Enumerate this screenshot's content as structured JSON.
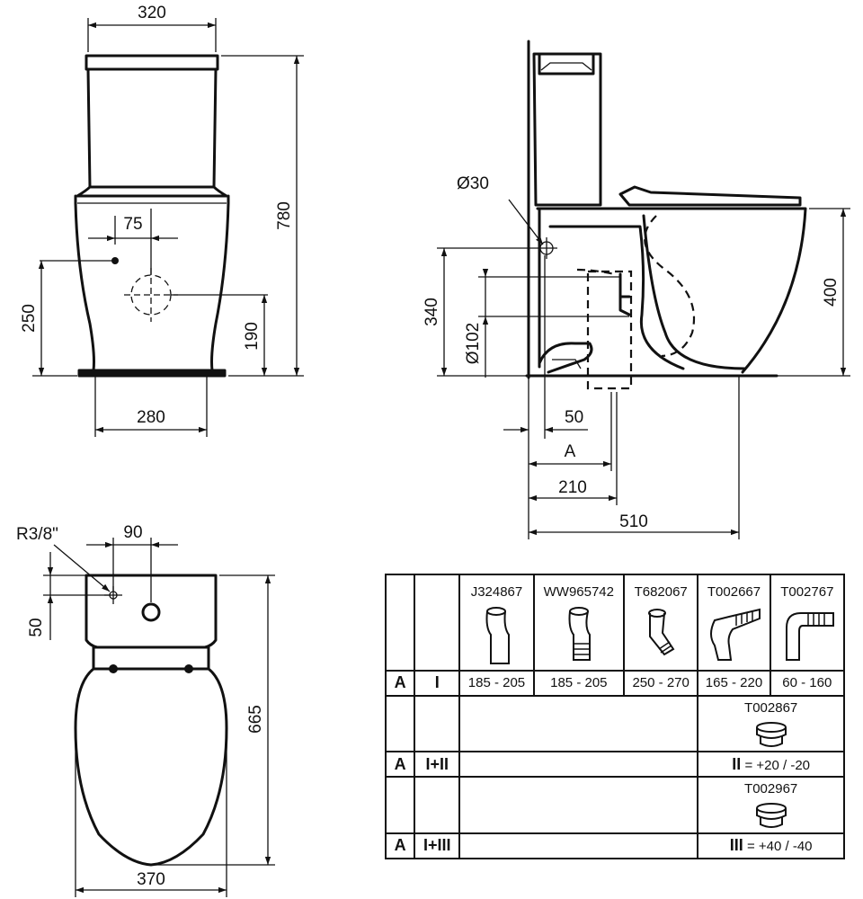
{
  "front_view": {
    "dim_top_width": "320",
    "dim_height_total": "780",
    "dim_inlet_offset": "75",
    "dim_inlet_height": "250",
    "dim_outlet_height": "190",
    "dim_base_width": "280"
  },
  "side_view": {
    "dim_inlet_diameter": "Ø30",
    "dim_seat_height": "400",
    "dim_outlet_center_height": "340",
    "dim_outlet_diameter": "Ø102",
    "dim_wall_gap": "50",
    "dim_a": "A",
    "dim_outlet_distance": "210",
    "dim_depth_total": "510"
  },
  "top_view": {
    "dim_thread": "R3/8\"",
    "dim_inlet_spacing": "90",
    "dim_inlet_from_wall": "50",
    "dim_length": "665",
    "dim_width": "370"
  },
  "table": {
    "pans": [
      {
        "code": "J324867",
        "range": "185 - 205",
        "icon": "straight-pan-connector-icon"
      },
      {
        "code": "WW965742",
        "range": "185 - 205",
        "icon": "straight-ribbed-pan-connector-icon"
      },
      {
        "code": "T682067",
        "range": "250 - 270",
        "icon": "offset-pan-connector-icon"
      },
      {
        "code": "T002667",
        "range": "165 - 220",
        "icon": "bend-pan-connector-icon"
      },
      {
        "code": "T002767",
        "range": "60 - 160",
        "icon": "90-degree-pan-connector-icon"
      }
    ],
    "rows": [
      {
        "a": "A",
        "set": "I"
      },
      {
        "a": "A",
        "set": "I+II",
        "adapter": "T002867",
        "roman": "II",
        "tolerance": "= +20 / -20"
      },
      {
        "a": "A",
        "set": "I+III",
        "adapter": "T002967",
        "roman": "III",
        "tolerance": "= +40 / -40"
      }
    ]
  }
}
